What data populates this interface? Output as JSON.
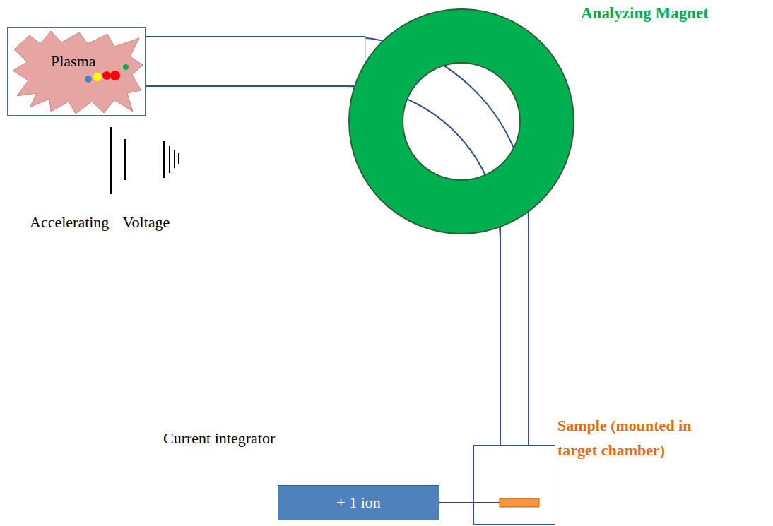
{
  "diagram": {
    "nodes": [
      {
        "text": [
          "Plasma"
        ]
      },
      {
        "text": [
          "Analyzing Magnet"
        ]
      },
      {
        "text": [
          "Current integrator",
          "+ 1 ion"
        ]
      },
      {
        "text": [
          "Sample (mounted in target chamber)"
        ]
      }
    ],
    "edges": [
      {
        "from": 0,
        "to": 1,
        "arrow": "none"
      },
      {
        "from": 1,
        "to": 3,
        "arrow": "none"
      },
      {
        "from": 2,
        "to": 3,
        "arrow": "none"
      }
    ],
    "labels": [
      "Accelerating Voltage"
    ]
  }
}
